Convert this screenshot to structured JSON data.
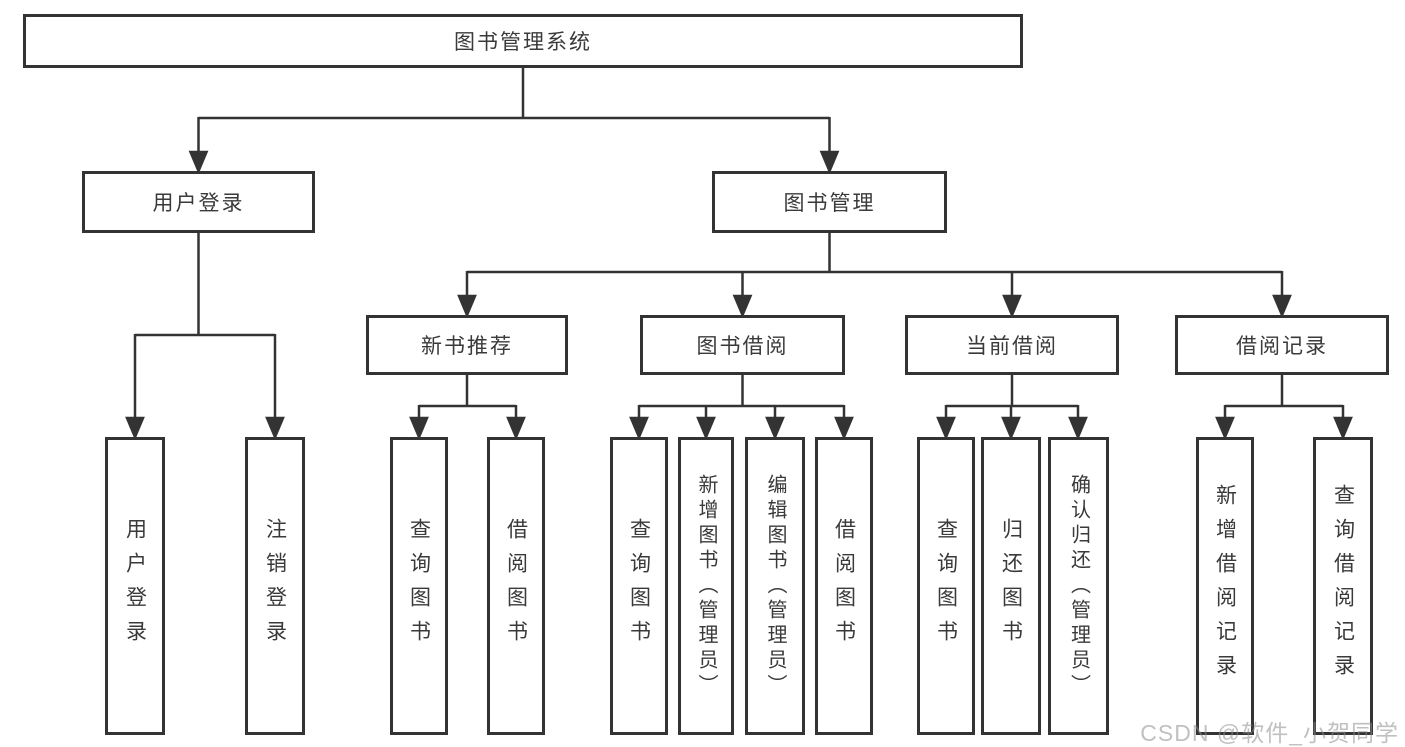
{
  "tree": {
    "label": "图书管理系统",
    "children": [
      {
        "label": "用户登录",
        "children": [
          {
            "label": "用户登录"
          },
          {
            "label": "注销登录"
          }
        ]
      },
      {
        "label": "图书管理",
        "children": [
          {
            "label": "新书推荐",
            "children": [
              {
                "label": "查询图书"
              },
              {
                "label": "借阅图书"
              }
            ]
          },
          {
            "label": "图书借阅",
            "children": [
              {
                "label": "查询图书"
              },
              {
                "label": "新增图书（管理员）"
              },
              {
                "label": "编辑图书（管理员）"
              },
              {
                "label": "借阅图书"
              }
            ]
          },
          {
            "label": "当前借阅",
            "children": [
              {
                "label": "查询图书"
              },
              {
                "label": "归还图书"
              },
              {
                "label": "确认归还（管理员）"
              }
            ]
          },
          {
            "label": "借阅记录",
            "children": [
              {
                "label": "新增借阅记录"
              },
              {
                "label": "查询借阅记录"
              }
            ]
          }
        ]
      }
    ]
  },
  "watermark": "CSDN @软件_小贺同学",
  "colors": {
    "line": "#333333",
    "text": "#3a3a3a",
    "background": "#ffffff",
    "watermark": "#8c8c8c"
  }
}
